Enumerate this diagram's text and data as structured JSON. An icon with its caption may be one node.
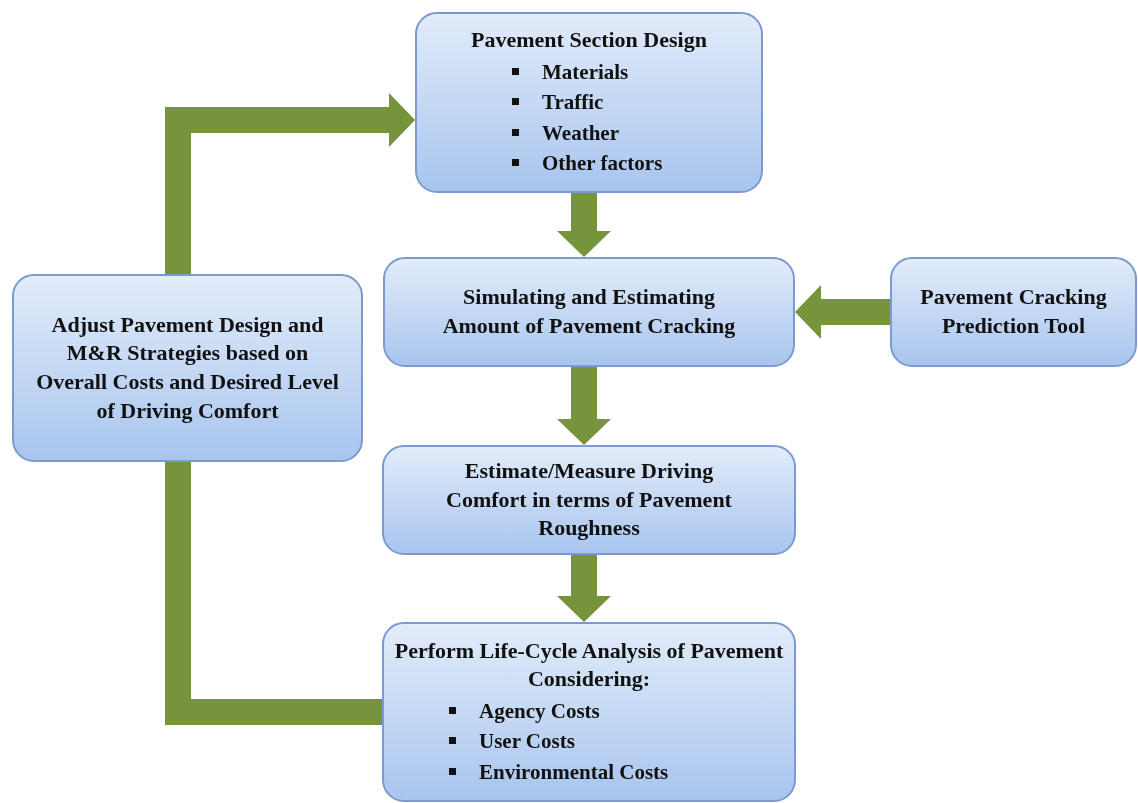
{
  "diagram": {
    "nodes": [
      {
        "text": [
          "Pavement Section Design",
          "Materials",
          "Traffic",
          "Weather",
          "Other factors"
        ]
      },
      {
        "text": [
          "Simulating and Estimating Amount of Pavement Cracking"
        ]
      },
      {
        "text": [
          "Pavement Cracking Prediction Tool"
        ]
      },
      {
        "text": [
          "Adjust Pavement Design and M&R Strategies based on Overall Costs and Desired Level of Driving Comfort"
        ]
      },
      {
        "text": [
          "Estimate/Measure Driving Comfort in terms of Pavement Roughness"
        ]
      },
      {
        "text": [
          "Perform Life-Cycle Analysis of Pavement Considering:",
          "Agency Costs",
          "User Costs",
          "Environmental Costs"
        ]
      }
    ],
    "edges": [
      {
        "from": 0,
        "to": 1,
        "arrow": "to"
      },
      {
        "from": 2,
        "to": 1,
        "arrow": "to"
      },
      {
        "from": 1,
        "to": 4,
        "arrow": "to"
      },
      {
        "from": 4,
        "to": 5,
        "arrow": "to"
      },
      {
        "from": 5,
        "to": 3,
        "arrow": "none"
      },
      {
        "from": 3,
        "to": 0,
        "arrow": "to"
      }
    ]
  }
}
